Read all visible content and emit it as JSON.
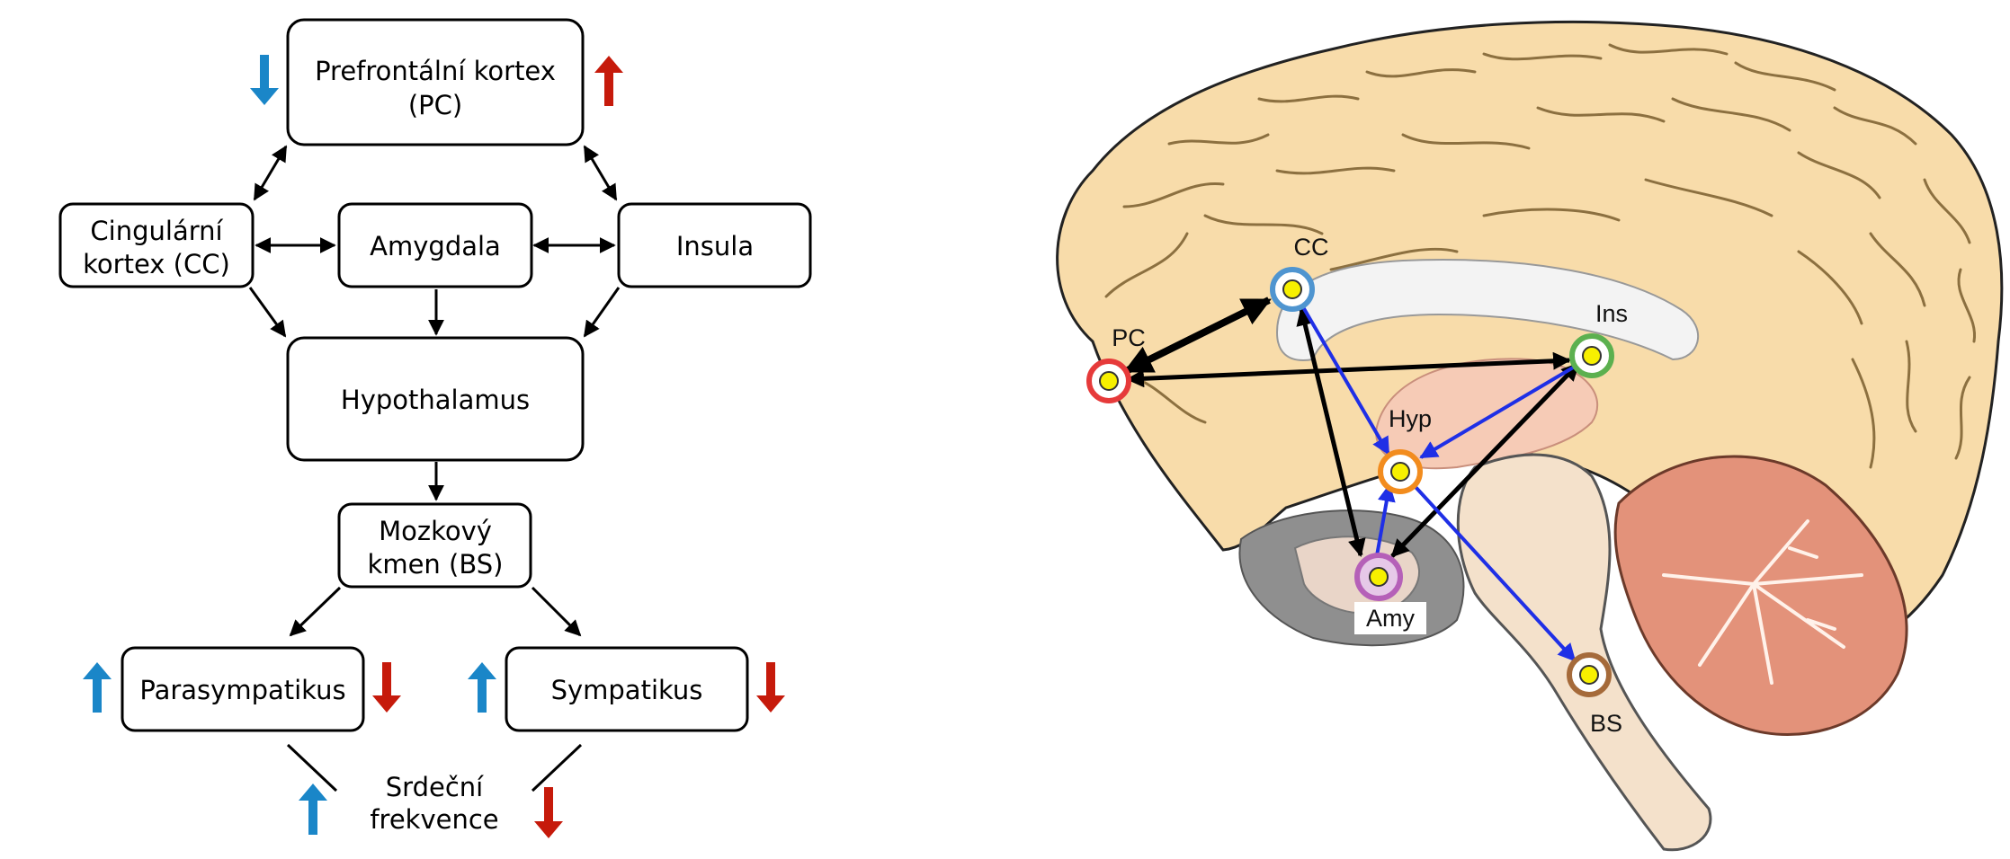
{
  "flowchart": {
    "prefrontal": [
      "Prefrontální kortex",
      "(PC)"
    ],
    "cingulate": [
      "Cingulární",
      "kortex (CC)"
    ],
    "amygdala": "Amygdala",
    "insula": "Insula",
    "hypothalamus": "Hypothalamus",
    "brainstem": [
      "Mozkový",
      "kmen (BS)"
    ],
    "parasympathetic": "Parasympatikus",
    "sympathetic": "Sympatikus",
    "heart_rate": [
      "Srdeční",
      "frekvence"
    ]
  },
  "brain_labels": {
    "pc": "PC",
    "cc": "CC",
    "ins": "Ins",
    "hyp": "Hyp",
    "amy": "Amy",
    "bs": "BS"
  },
  "colors": {
    "up_blue": "#1a86c8",
    "down_red": "#c61a0b",
    "pathway_blue": "#1f2fe6",
    "pathway_black": "#000000",
    "node_pc": "#e63a3a",
    "node_cc": "#4f95d0",
    "node_ins": "#5cb04f",
    "node_hyp": "#f28c1e",
    "node_amy": "#b560b8",
    "node_bs": "#a56a3a"
  }
}
